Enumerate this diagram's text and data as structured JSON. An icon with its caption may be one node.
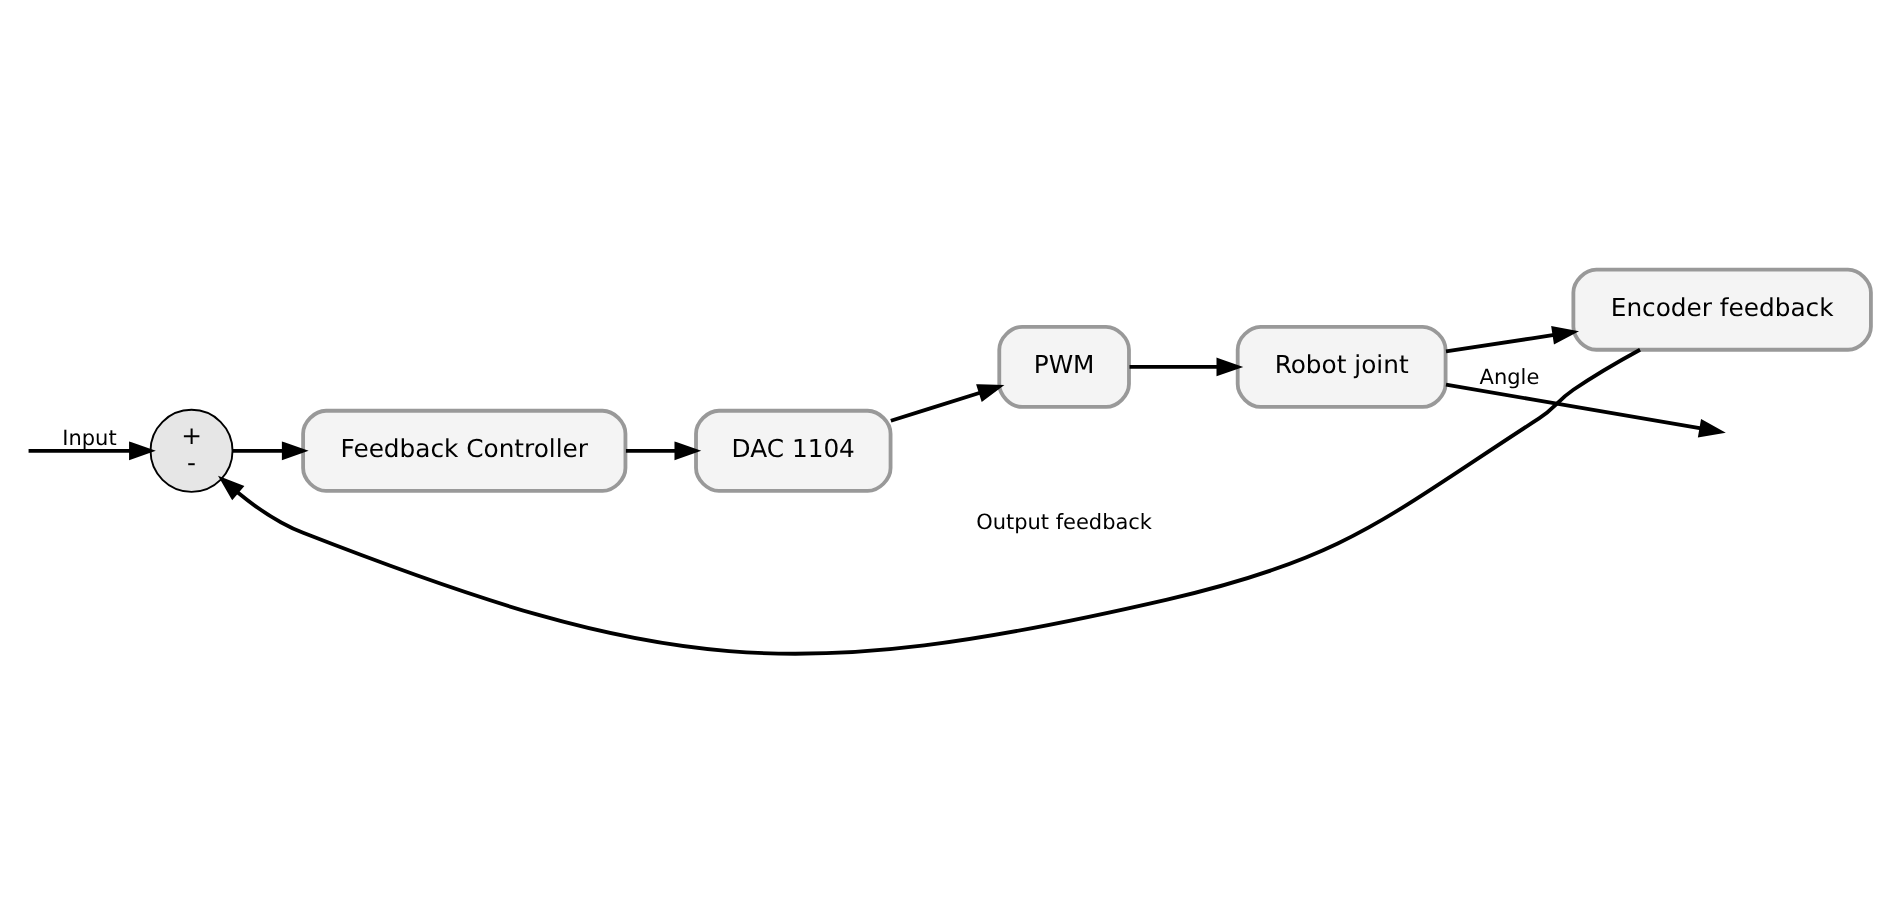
{
  "diagram": {
    "nodes": [
      {
        "text": [
          "+",
          "-"
        ]
      },
      {
        "text": [
          "Feedback Controller"
        ]
      },
      {
        "text": [
          "DAC 1104"
        ]
      },
      {
        "text": [
          "PWM"
        ]
      },
      {
        "text": [
          "Robot joint"
        ]
      },
      {
        "text": [
          "Encoder feedback"
        ]
      }
    ],
    "edges": [
      {
        "from": null,
        "to": 0,
        "arrow": "to",
        "label": "Input"
      },
      {
        "from": 0,
        "to": 1,
        "arrow": "to"
      },
      {
        "from": 1,
        "to": 2,
        "arrow": "to"
      },
      {
        "from": 2,
        "to": 3,
        "arrow": "to"
      },
      {
        "from": 3,
        "to": 4,
        "arrow": "to"
      },
      {
        "from": 4,
        "to": null,
        "arrow": "to",
        "label": "Angle"
      },
      {
        "from": 4,
        "to": 5,
        "arrow": "to"
      },
      {
        "from": 5,
        "to": 0,
        "arrow": "to"
      }
    ],
    "labels": [
      "Output feedback"
    ]
  }
}
